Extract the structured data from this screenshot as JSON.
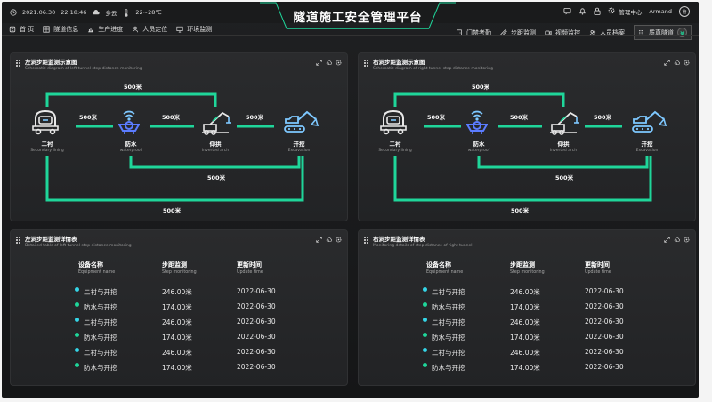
{
  "topbar": {
    "date": "2021.06.30",
    "time": "22:18:46",
    "weather": "多云",
    "temperature": "22~28℃",
    "title": "隧道施工安全管理平台",
    "admin_label": "管理中心",
    "user_name": "Armand",
    "avatar_text": "管"
  },
  "nav": {
    "left": [
      "首 页",
      "隧道信息",
      "生产进度",
      "人员定位",
      "环境监测"
    ],
    "right": [
      "门禁考勤",
      "步距监测",
      "视频监控",
      "人员档案",
      "质真隧道"
    ]
  },
  "colors": {
    "accent": "#1fd69a",
    "icon": "#7ec8ff",
    "dot_cyan": "#35d6e8",
    "dot_green": "#1fd69a"
  },
  "panels": {
    "left_diagram": {
      "title": "左洞步距监测示意图",
      "subtitle": "Schematic diagram of left tunnel step distance monitoring"
    },
    "right_diagram": {
      "title": "右洞步距监测示意图",
      "subtitle": "Schematic diagram of right tunnel step distance monitoring"
    },
    "left_table": {
      "title": "左洞步距监测详情表",
      "subtitle": "Detailed table of left tunnel step distance monitoring"
    },
    "right_table": {
      "title": "右洞步距监测详情表",
      "subtitle": "Monitoring details of step distance of right tunnel"
    }
  },
  "diagram": {
    "nodes": [
      {
        "cn": "二衬",
        "en": "Secondary lining",
        "icon": "lining-truck-icon"
      },
      {
        "cn": "防水",
        "en": "waterproof",
        "icon": "waterproof-drone-icon"
      },
      {
        "cn": "仰拱",
        "en": "Inverted arch",
        "icon": "inverted-arch-crane-icon"
      },
      {
        "cn": "开挖",
        "en": "Excavation",
        "icon": "excavator-icon"
      }
    ],
    "distances": {
      "top": "500米",
      "seg1": "500米",
      "seg2": "500米",
      "seg3": "500米",
      "mid_bottom": "500米",
      "bottom": "500米"
    }
  },
  "table": {
    "headers": [
      {
        "cn": "设备名称",
        "en": "Equipment name"
      },
      {
        "cn": "步距监测",
        "en": "Step monitoring"
      },
      {
        "cn": "更新时间",
        "en": "Update time"
      }
    ],
    "left_rows": [
      {
        "name": "二衬与开挖",
        "distance": "246.00米",
        "date": "2022-06-30",
        "dot": "cyan"
      },
      {
        "name": "防水与开挖",
        "distance": "174.00米",
        "date": "2022-06-30",
        "dot": "green"
      },
      {
        "name": "二衬与开挖",
        "distance": "246.00米",
        "date": "2022-06-30",
        "dot": "cyan"
      },
      {
        "name": "防水与开挖",
        "distance": "174.00米",
        "date": "2022-06-30",
        "dot": "green"
      },
      {
        "name": "二衬与开挖",
        "distance": "246.00米",
        "date": "2022-06-30",
        "dot": "cyan"
      },
      {
        "name": "防水与开挖",
        "distance": "174.00米",
        "date": "2022-06-30",
        "dot": "green"
      }
    ],
    "right_rows": [
      {
        "name": "二衬与开挖",
        "distance": "246.00米",
        "date": "2022-06-30",
        "dot": "cyan"
      },
      {
        "name": "防水与开挖",
        "distance": "174.00米",
        "date": "2022-06-30",
        "dot": "green"
      },
      {
        "name": "二衬与开挖",
        "distance": "246.00米",
        "date": "2022-06-30",
        "dot": "cyan"
      },
      {
        "name": "防水与开挖",
        "distance": "174.00米",
        "date": "2022-06-30",
        "dot": "green"
      },
      {
        "name": "二衬与开挖",
        "distance": "246.00米",
        "date": "2022-06-30",
        "dot": "cyan"
      },
      {
        "name": "防水与开挖",
        "distance": "174.00米",
        "date": "2022-06-30",
        "dot": "green"
      }
    ]
  }
}
